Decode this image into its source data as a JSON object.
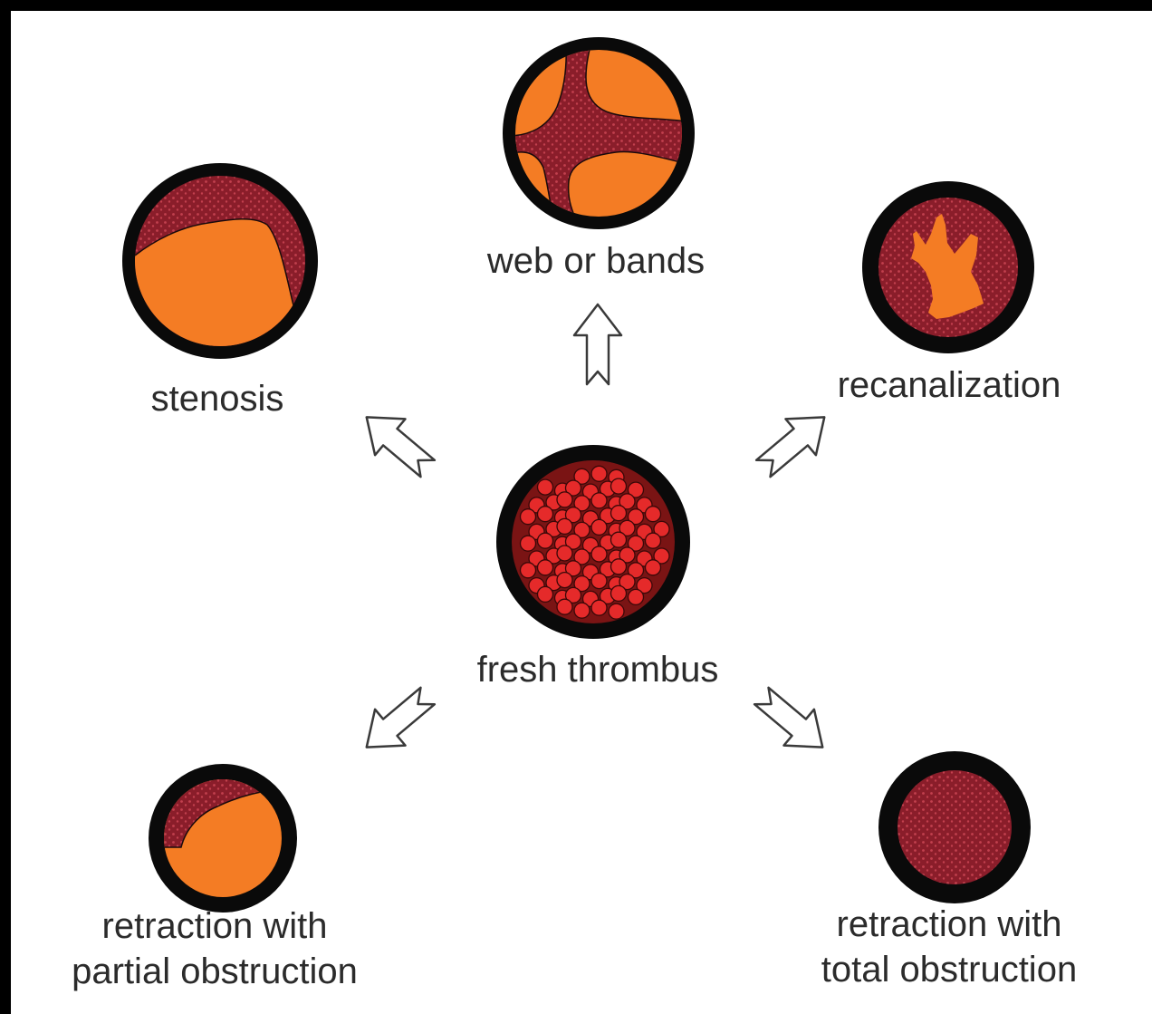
{
  "colors": {
    "background": "#ffffff",
    "frame": "#000000",
    "vessel_wall": "#0a0a0a",
    "lumen": "#f47c24",
    "organized_thrombus": "#8a1d2a",
    "organized_dots": "#c2404e",
    "fresh_cells": "#e52a2a",
    "arrow_stroke": "#3a3a3a",
    "arrow_fill": "#ffffff"
  },
  "center": {
    "label": "fresh thrombus",
    "icon": "fresh-thrombus-icon"
  },
  "outcomes": {
    "web": {
      "label": "web or bands",
      "icon": "web-or-bands-icon"
    },
    "stenosis": {
      "label": "stenosis",
      "icon": "stenosis-icon"
    },
    "recanalization": {
      "label": "recanalization",
      "icon": "recanalization-icon"
    },
    "partial": {
      "line1": "retraction with",
      "line2": "partial obstruction",
      "icon": "partial-obstruction-icon"
    },
    "total": {
      "line1": "retraction with",
      "line2": "total obstruction",
      "icon": "total-obstruction-icon"
    }
  }
}
